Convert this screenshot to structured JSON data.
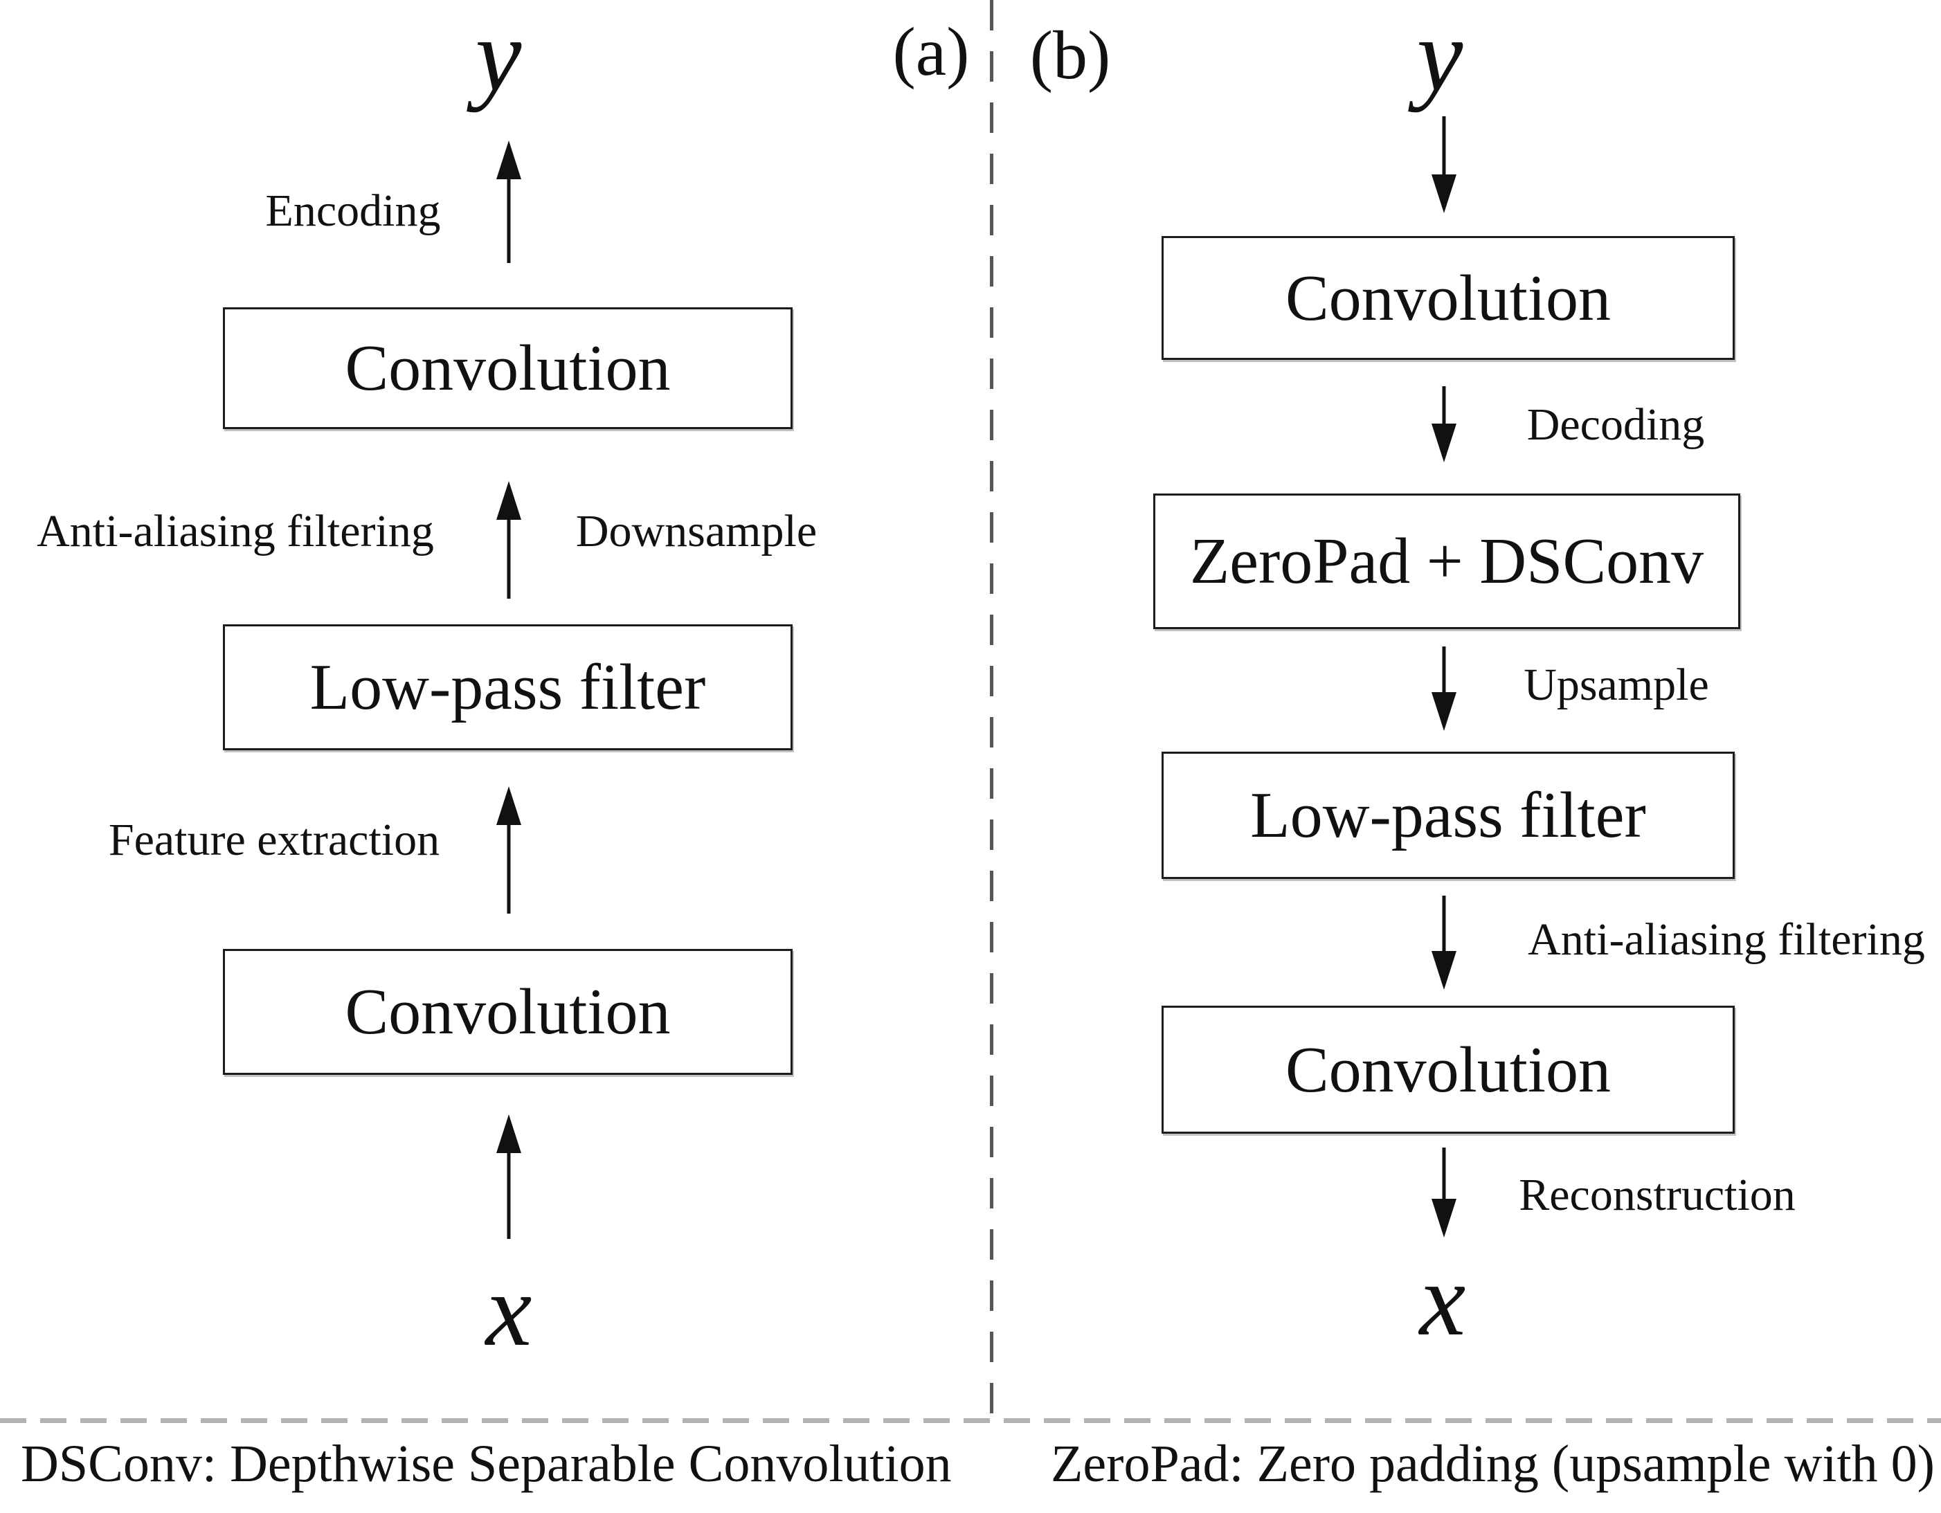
{
  "panel_a": {
    "tag": "(a)",
    "top_symbol": "y",
    "bottom_symbol": "x",
    "nodes": {
      "conv_top": "Convolution",
      "lowpass": "Low-pass filter",
      "conv_bottom": "Convolution"
    },
    "edge_labels": {
      "encoding": "Encoding",
      "anti_aliasing": "Anti-aliasing filtering",
      "downsample": "Downsample",
      "feature_extraction": "Feature extraction"
    }
  },
  "panel_b": {
    "tag": "(b)",
    "top_symbol": "y",
    "bottom_symbol": "x",
    "nodes": {
      "conv_top": "Convolution",
      "zeropad_dsconv": "ZeroPad + DSConv",
      "lowpass": "Low-pass filter",
      "conv_bottom": "Convolution"
    },
    "edge_labels": {
      "decoding": "Decoding",
      "upsample": "Upsample",
      "anti_aliasing": "Anti-aliasing filtering",
      "reconstruction": "Reconstruction"
    }
  },
  "footnotes": {
    "dsconv": "DSConv: Depthwise Separable Convolution",
    "zeropad": "ZeroPad: Zero padding (upsample with 0)"
  },
  "colors": {
    "background": "#ffffff",
    "ink": "#111111",
    "box_border": "#1c1c1c",
    "divider_vertical": "#565656",
    "divider_horizontal": "#b3b3b3"
  }
}
